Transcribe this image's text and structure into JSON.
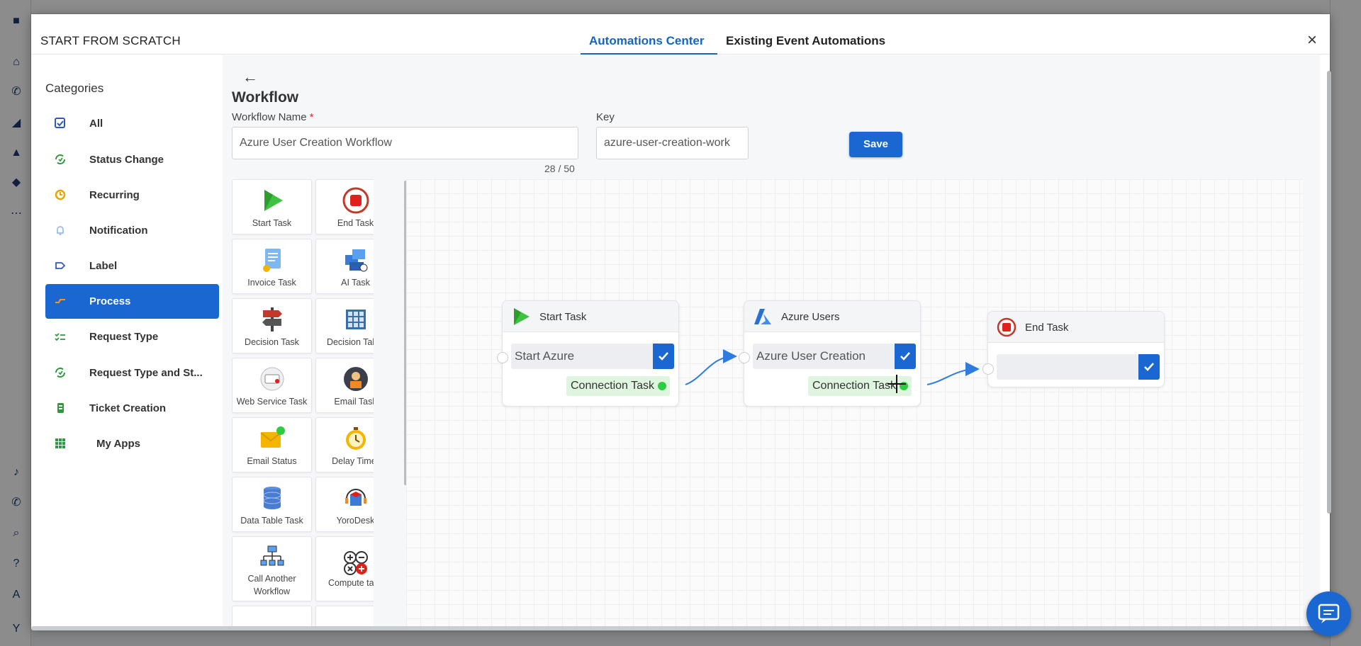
{
  "modal": {
    "title": "START FROM SCRATCH",
    "tabs": [
      {
        "label": "Automations Center",
        "active": true
      },
      {
        "label": "Existing Event Automations",
        "active": false
      }
    ],
    "close_icon": "×"
  },
  "categories": {
    "title": "Categories",
    "items": [
      {
        "label": "All",
        "icon": "list-check-icon"
      },
      {
        "label": "Status Change",
        "icon": "status-change-icon"
      },
      {
        "label": "Recurring",
        "icon": "recurring-icon"
      },
      {
        "label": "Notification",
        "icon": "bell-icon"
      },
      {
        "label": "Label",
        "icon": "label-icon"
      },
      {
        "label": "Process",
        "icon": "process-icon",
        "active": true
      },
      {
        "label": "Request Type",
        "icon": "checklist-icon"
      },
      {
        "label": "Request Type and St...",
        "icon": "status-change-icon"
      },
      {
        "label": "Ticket Creation",
        "icon": "ticket-icon"
      },
      {
        "label": "My Apps",
        "icon": "grid-icon"
      }
    ]
  },
  "workflow": {
    "back_icon": "←",
    "title": "Workflow",
    "name_label": "Workflow Name",
    "required_mark": "*",
    "name_value": "Azure User Creation Workflow",
    "counter": "28 / 50",
    "key_label": "Key",
    "key_value": "azure-user-creation-work",
    "save_label": "Save"
  },
  "palette": [
    {
      "label": "Start Task",
      "icon": "start-play-icon"
    },
    {
      "label": "End Task",
      "icon": "end-stop-icon"
    },
    {
      "label": "Invoice Task",
      "icon": "invoice-icon"
    },
    {
      "label": "AI Task",
      "icon": "ai-icon"
    },
    {
      "label": "Decision Task",
      "icon": "signpost-icon"
    },
    {
      "label": "Decision Table",
      "icon": "table-icon"
    },
    {
      "label": "Web Service Task",
      "icon": "api-icon"
    },
    {
      "label": "Email Task",
      "icon": "email-person-icon"
    },
    {
      "label": "Email Status",
      "icon": "email-status-icon"
    },
    {
      "label": "Delay Timer",
      "icon": "timer-icon"
    },
    {
      "label": "Data Table Task",
      "icon": "database-icon"
    },
    {
      "label": "YoroDesk",
      "icon": "yorodesk-icon"
    },
    {
      "label": "Call Another Workflow",
      "icon": "hierarchy-icon"
    },
    {
      "label": "Compute task",
      "icon": "compute-icon"
    }
  ],
  "nodes": [
    {
      "title": "Start Task",
      "icon": "start-play-icon",
      "field": "Start Azure",
      "connection": "Connection Task"
    },
    {
      "title": "Azure Users",
      "icon": "azure-icon",
      "field": "Azure User Creation",
      "connection": "Connection Task"
    },
    {
      "title": "End Task",
      "icon": "end-stop-icon",
      "field": "",
      "connection": ""
    }
  ],
  "colors": {
    "accent": "#1a67d2",
    "tab_active": "#1565c0",
    "connection_bg": "#dff5df",
    "connection_dot": "#2ecc40",
    "edge": "#2f7be0"
  }
}
